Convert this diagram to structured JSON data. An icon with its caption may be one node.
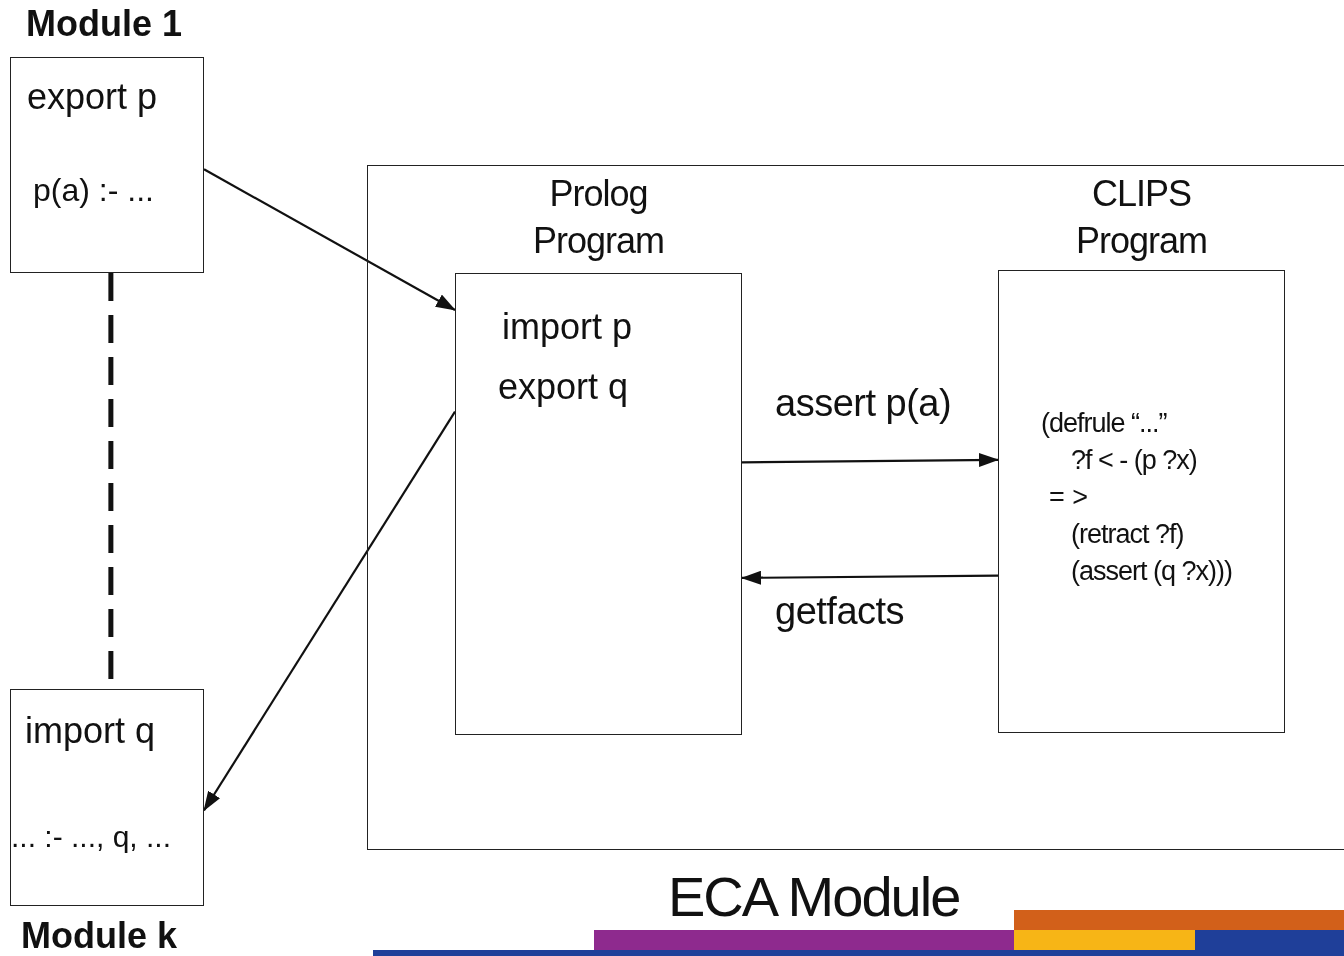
{
  "diagram": {
    "nodes": [
      {
        "text": [
          "Module 1",
          "export p",
          "p(a) :- ..."
        ]
      },
      {
        "text": [
          "import q",
          "... :- ..., q, ...",
          "Module k"
        ]
      },
      {
        "text": [
          "ECA Module"
        ]
      },
      {
        "text": [
          "Prolog Program",
          "import p",
          "export q"
        ],
        "in": 2
      },
      {
        "text": [
          "CLIPS Program",
          "(defrule “...”",
          "?f < - (p ?x)",
          "= >",
          "(retract ?f)",
          "(assert (q ?x)))"
        ],
        "in": 2
      }
    ],
    "edges": [
      {
        "from": 0,
        "to": 3,
        "arrow": "to"
      },
      {
        "from": 3,
        "to": 1,
        "arrow": "to"
      },
      {
        "from": 3,
        "to": 4,
        "arrow": "to",
        "label": "assert p(a)"
      },
      {
        "from": 4,
        "to": 3,
        "arrow": "to",
        "label": "getfacts"
      },
      {
        "from": 0,
        "to": 1,
        "arrow": "none",
        "style": "dashed"
      }
    ]
  }
}
